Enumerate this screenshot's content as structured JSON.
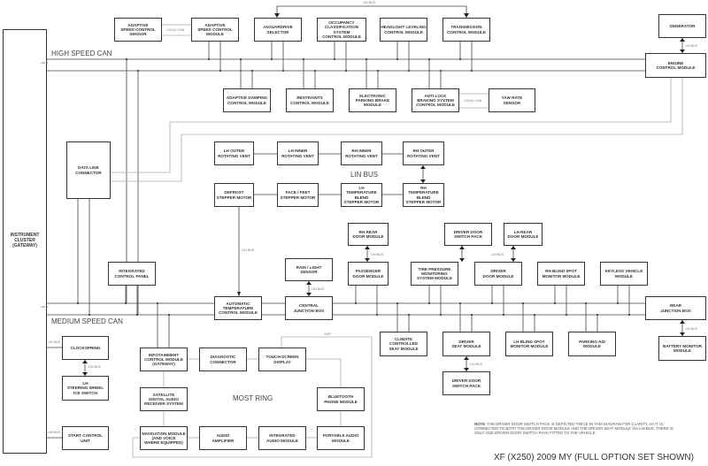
{
  "title": "XF (X250) 2009 MY (FULL OPTION SET SHOWN)",
  "note": {
    "bold": "NOTE:",
    "text": " THE DRIVER DOOR SWITCH PACK IS DEPICTED TWICE IN THIS DIAGRAM FOR CLARITY, AS IT IS CONNECTED TO BOTH THE DRIVER DOOR MODULE AND THE DRIVER SEAT MODULE VIA LIN BUS. THERE IS ONLY ONE DRIVER DOOR SWITCH PACK FITTED TO THE VEHICLE."
  },
  "buses": {
    "high_speed_can": "HIGH SPEED CAN",
    "medium_speed_can": "MEDIUM SPEED CAN",
    "lin_bus": "LIN BUS",
    "most_ring": "MOST RING",
    "local_can": "LOCAL CAN",
    "gvif": "GVIF",
    "term": "120 Ω"
  },
  "modules": {
    "instrument_cluster": "INSTRUMENT\nCLUSTER\n(GATEWAY)",
    "adaptive_speed_sensor": "ADAPTIVE\nSPEED CONTROL\nSENSOR",
    "adaptive_speed_module": "ADAPTIVE\nSPEED CONTROL\nMODULE",
    "jaguardrive": "JAGUARDRIVE\nSELECTOR",
    "occupancy": "OCCUPANCY\nCLASSIFICATION SYSTEM\nCONTROL MODULE",
    "headlight": "HEADLIGHT LEVELING\nCONTROL MODULE",
    "transmission": "TRANSMISSION\nCONTROL MODULE",
    "generator": "GENERATOR",
    "engine": "ENGINE\nCONTROL MODULE",
    "adaptive_damping": "ADAPTIVE DAMPING\nCONTROL MODULE",
    "restraints": "RESTRAINTS\nCONTROL MODULE",
    "parking_brake": "ELECTRONIC\nPARKING BRAKE\nMODULE",
    "abs": "ANTI-LOCK\nBRAKING SYSTEM\nCONTROL MODULE",
    "yaw": "YAW RATE\nSENSOR",
    "data_link": "DATA LINK\nCONNECTOR",
    "lh_outer_vent": "LH OUTER\nROTATING VENT",
    "lh_inner_vent": "LH INNER\nROTATING VENT",
    "rh_inner_vent": "RH INNER\nROTATING VENT",
    "rh_outer_vent": "RH OUTER\nROTATING VENT",
    "defrost": "DEFROST\nSTEPPER MOTOR",
    "face_feet": "FACE / FEET\nSTEPPER MOTOR",
    "lh_temp": "LH\nTEMPERATURE BLEND\nSTEPPER MOTOR",
    "rh_temp": "RH\nTEMPERATURE BLEND\nSTEPPER MOTOR",
    "integrated_panel": "INTEGRATED\nCONTROL PANEL",
    "auto_temp": "AUTOMATIC\nTEMPERATURE\nCONTROL MODULE",
    "central_jb": "CENTRAL\nJUNCTION BOX",
    "rain_light": "RAIN / LIGHT\nSENSOR",
    "rh_rear_door": "RH REAR\nDOOR MODULE",
    "passenger_door": "PASSENGER\nDOOR MODULE",
    "tire_pressure": "TIRE PRESSURE\nMONITORING\nSYSTEM MODULE",
    "driver_switch_pack": "DRIVER DOOR\nSWITCH PACK",
    "lh_rear_door": "LH REAR\nDOOR MODULE",
    "driver_door": "DRIVER\nDOOR MODULE",
    "rh_blind": "RH BLIND SPOT\nMONITOR MODULE",
    "keyless": "KEYLESS VEHICLE\nMODULE",
    "rear_jb": "REAR\nJUNCTION BOX",
    "climate_seat": "CLIMATE CONTROLLED\nSEAT MODULE",
    "driver_seat": "DRIVER\nSEAT MODULE",
    "lh_blind": "LH BLIND SPOT\nMONITOR MODULE",
    "parking_aid": "PARKING AID\nMODULE",
    "battery_monitor": "BATTERY MONITOR\nMODULE",
    "driver_switch_pack_2": "DRIVER DOOR\nSWITCH PACK",
    "clockspring": "CLOCKSPRING",
    "steering_switch": "LH\nSTEERING WHEEL\nICE SWITCH",
    "start_control": "START CONTROL\nUNIT",
    "infotainment": "INFOTAINMENT\nCONTROL MODULE\n(GATEWAY)",
    "diagnostic": "DIAGNOSTIC\nCONNECTOR",
    "touch_screen": "TOUCH-SCREEN\nDISPLAY",
    "bluetooth": "BLUETOOTH\nPHONE MODULE",
    "portable_audio": "PORTABLE AUDIO\nMODULE",
    "integrated_audio": "INTEGRATED\nAUDIO MODULE",
    "audio_amp": "AUDIO\nAMPLIFIER",
    "navigation": "NAVIGATION MODULE\n(AND VOICE\nWHERE EQUIPPED)",
    "satellite": "SATELLITE\nDIGITAL AUDIO\nRECEIVER SYSTEM"
  }
}
